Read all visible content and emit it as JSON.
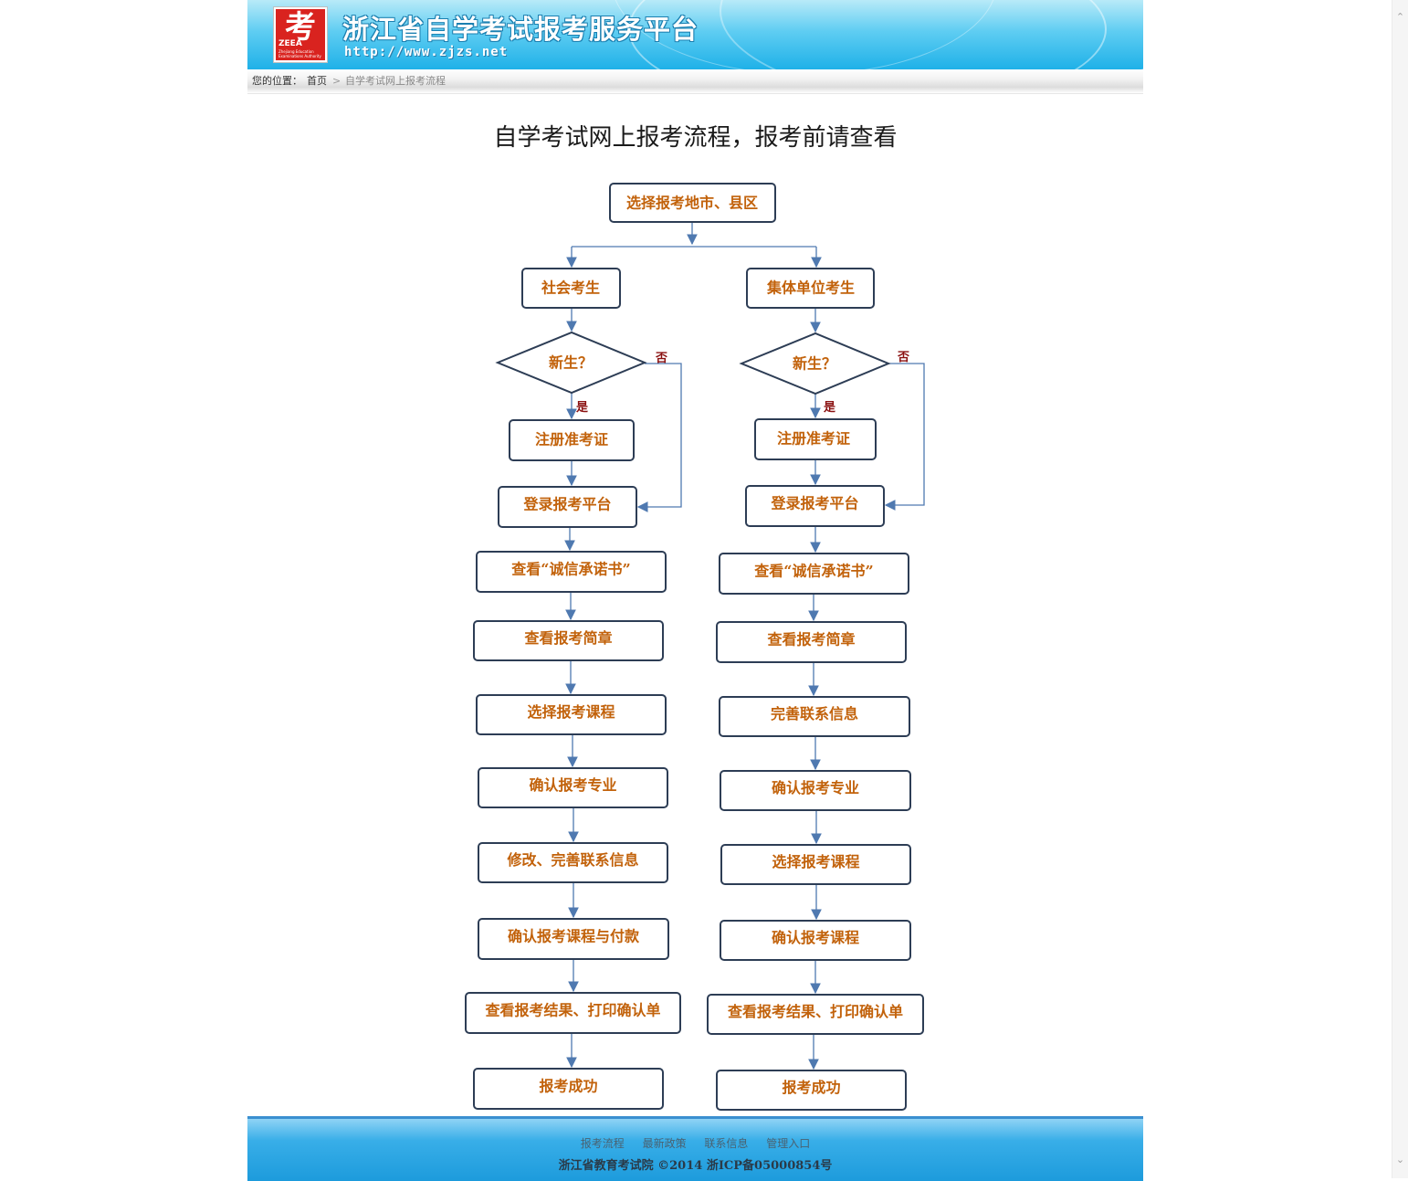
{
  "header": {
    "logo_glyph": "考",
    "logo_abbr": "ZEEA",
    "logo_org_en": "Zhejiang Education Examinations Authority",
    "site_title": "浙江省自学考试报考服务平台",
    "site_url": "http://www.zjzs.net"
  },
  "breadcrumb": {
    "label": "您的位置：",
    "home": "首页",
    "separator": ">",
    "current": "自学考试网上报考流程"
  },
  "page_title": "自学考试网上报考流程，报考前请查看",
  "flowchart": {
    "start": "选择报考地市、县区",
    "labels": {
      "yes": "是",
      "no": "否"
    },
    "left": {
      "head": "社会考生",
      "decision": "新生？",
      "register": "注册准考证",
      "steps": [
        "登录报考平台",
        "查看“诚信承诺书”",
        "查看报考简章",
        "选择报考课程",
        "确认报考专业",
        "修改、完善联系信息",
        "确认报考课程与付款",
        "查看报考结果、打印确认单",
        "报考成功"
      ]
    },
    "right": {
      "head": "集体单位考生",
      "decision": "新生？",
      "register": "注册准考证",
      "steps": [
        "登录报考平台",
        "查看“诚信承诺书”",
        "查看报考简章",
        "完善联系信息",
        "确认报考专业",
        "选择报考课程",
        "确认报考课程",
        "查看报考结果、打印确认单",
        "报考成功"
      ]
    },
    "colors": {
      "box_border": "#2d3d55",
      "text": "#c2620b",
      "arrow": "#4f79b0",
      "label": "#8a1010"
    }
  },
  "footer": {
    "links": [
      "报考流程",
      "最新政策",
      "联系信息",
      "管理入口"
    ],
    "copyright": "浙江省教育考试院 ©2014 浙ICP备05000854号"
  },
  "scrollbar": {
    "up_icon": "chevron-up-icon",
    "down_icon": "chevron-down-icon"
  }
}
